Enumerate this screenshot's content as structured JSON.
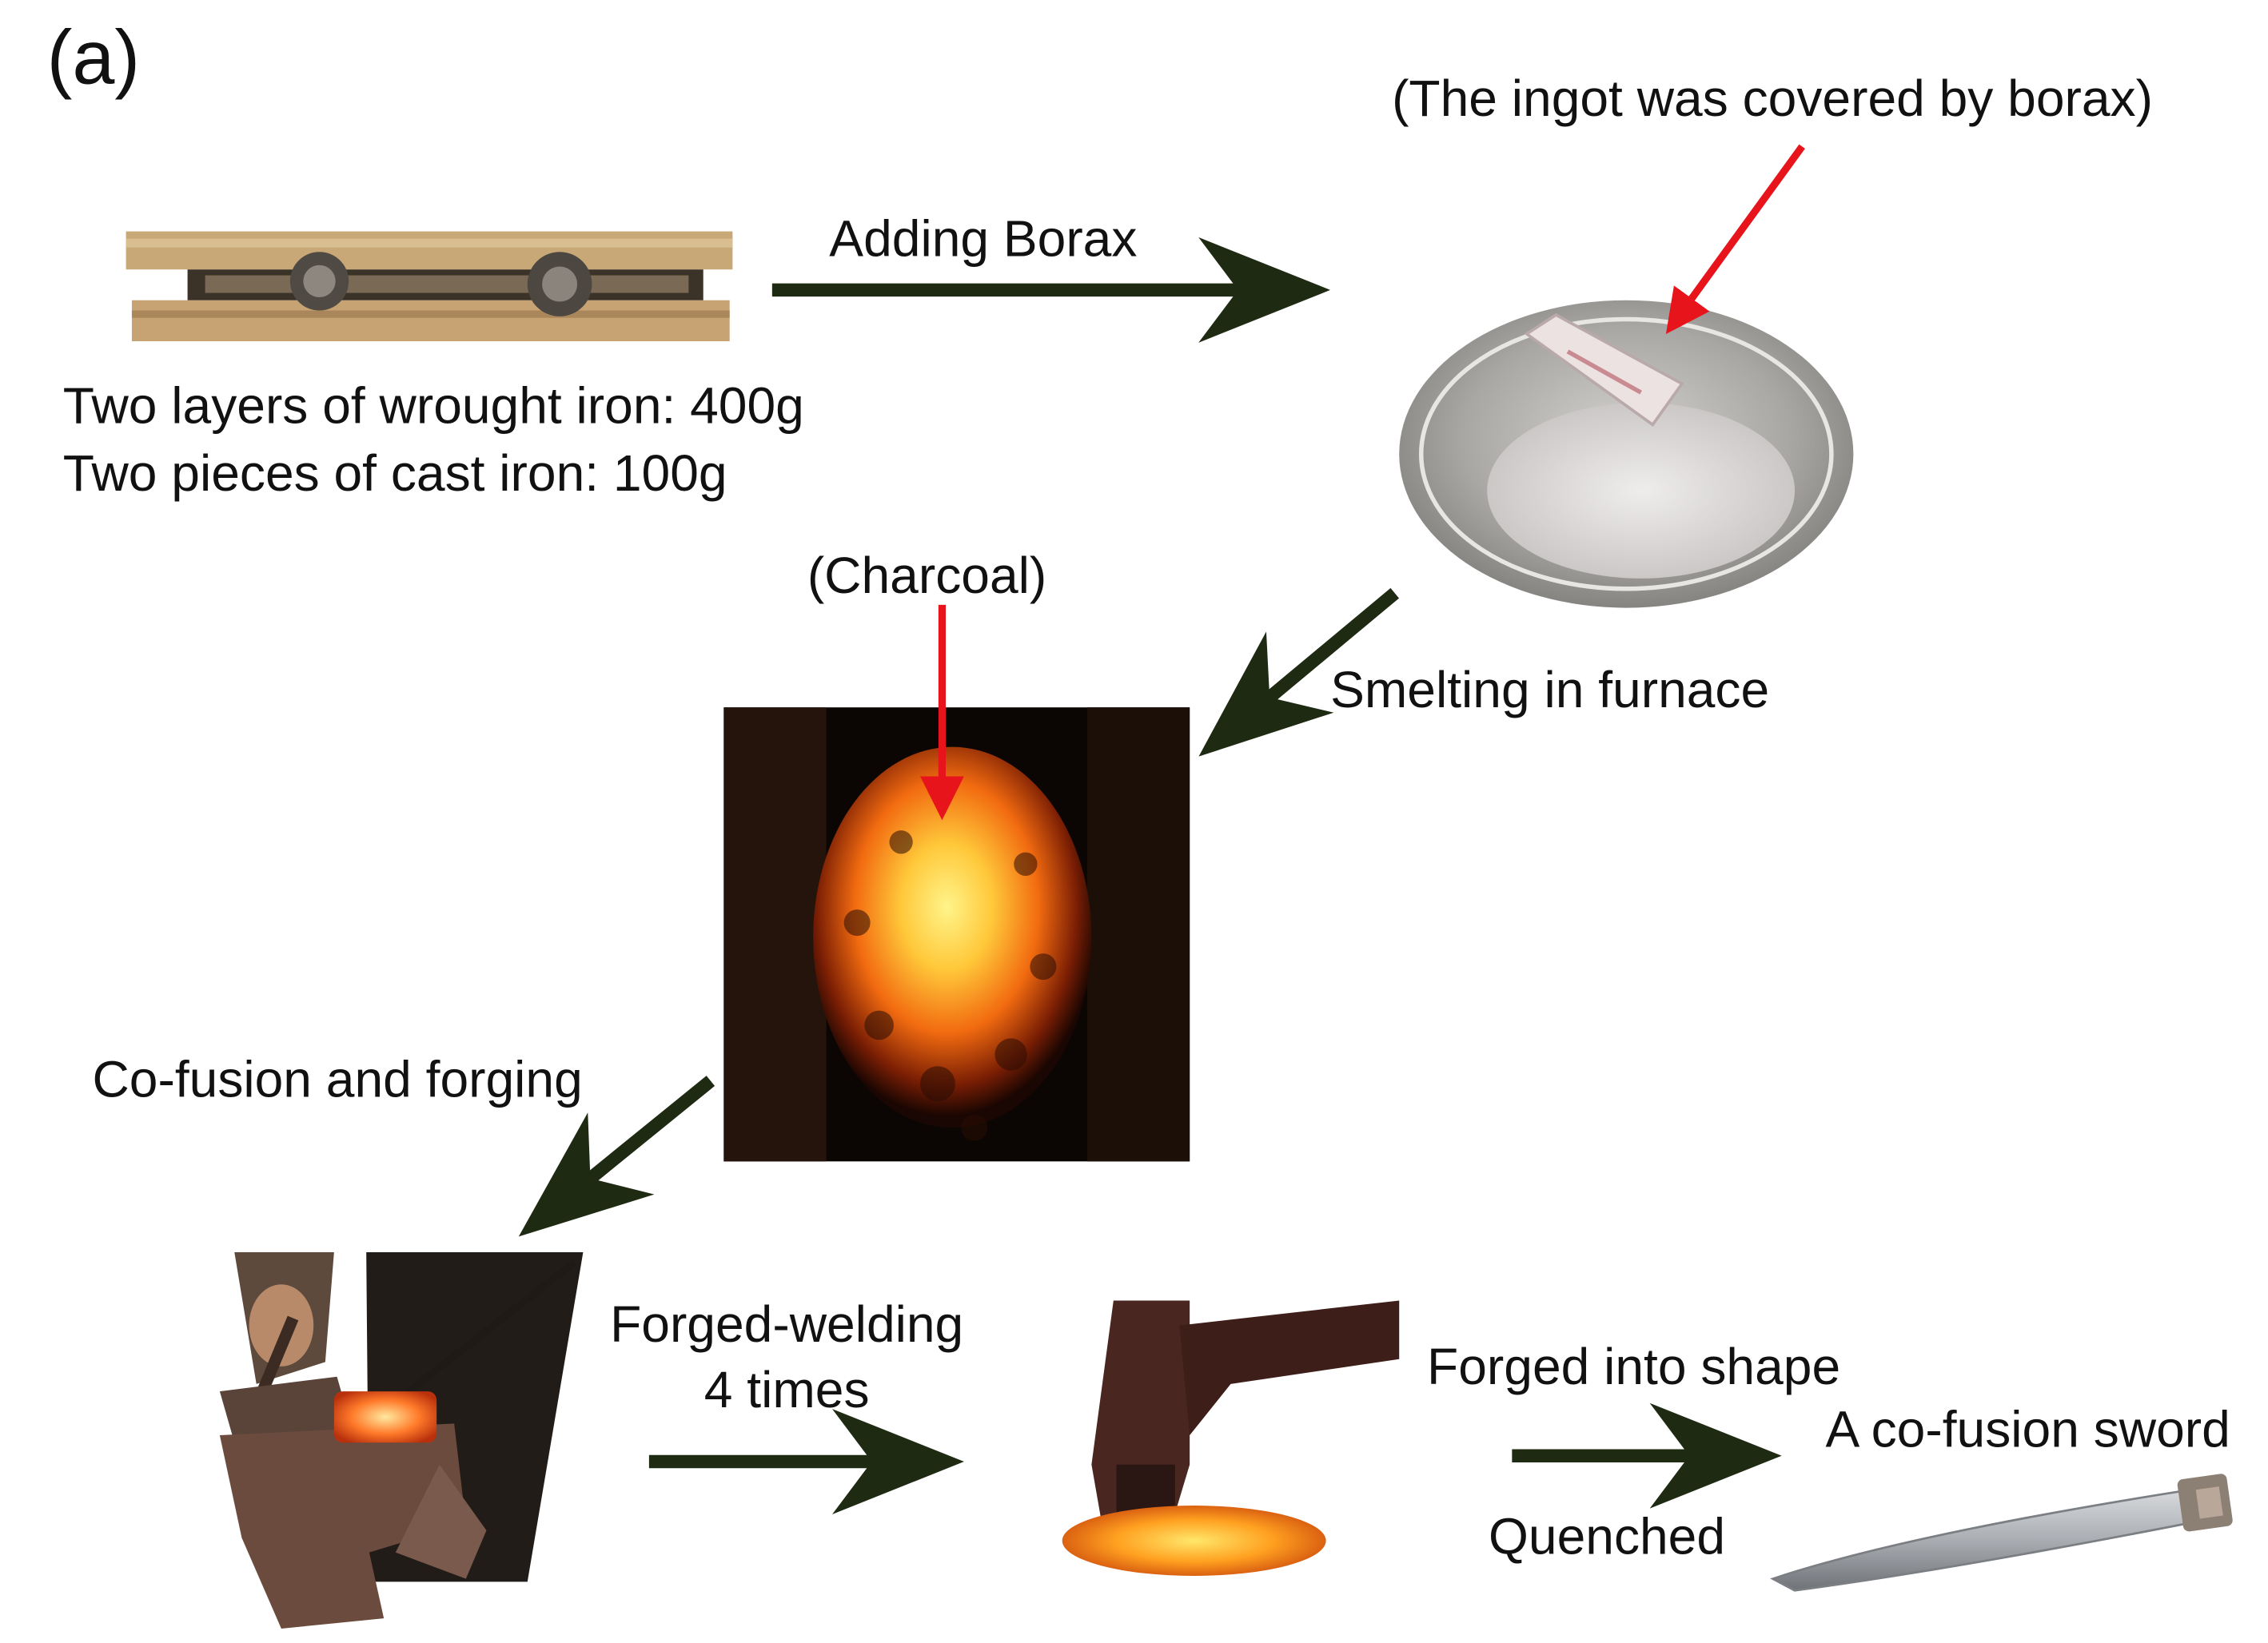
{
  "figure": {
    "panel_label": "(a)",
    "colors": {
      "process_arrow": "#1e2a12",
      "pointer_arrow": "#e8141c",
      "text": "#111111"
    },
    "steps": {
      "materials": {
        "image": "wrought-iron-and-cast-iron-bundle-photo",
        "caption_lines": [
          "Two layers of wrought iron: 400g",
          "Two pieces of cast iron: 100g"
        ]
      },
      "borax_dish": {
        "image": "ingot-in-borax-dish-photo",
        "annotation": "(The ingot was covered by borax)"
      },
      "furnace": {
        "image": "charcoal-furnace-photo",
        "annotation": "(Charcoal)"
      },
      "anvil": {
        "image": "forging-on-anvil-photo"
      },
      "hammer": {
        "image": "hammering-hot-billet-photo"
      },
      "sword": {
        "image": "co-fusion-sword-photo",
        "caption": "A co-fusion sword"
      }
    },
    "arrows": {
      "adding_borax": "Adding Borax",
      "smelting": "Smelting in furnace",
      "co_fusion": "Co-fusion and forging",
      "forged_welding_lines": [
        "Forged-welding",
        "4 times"
      ],
      "forged_into_shape": "Forged into shape",
      "quenched": "Quenched"
    }
  }
}
